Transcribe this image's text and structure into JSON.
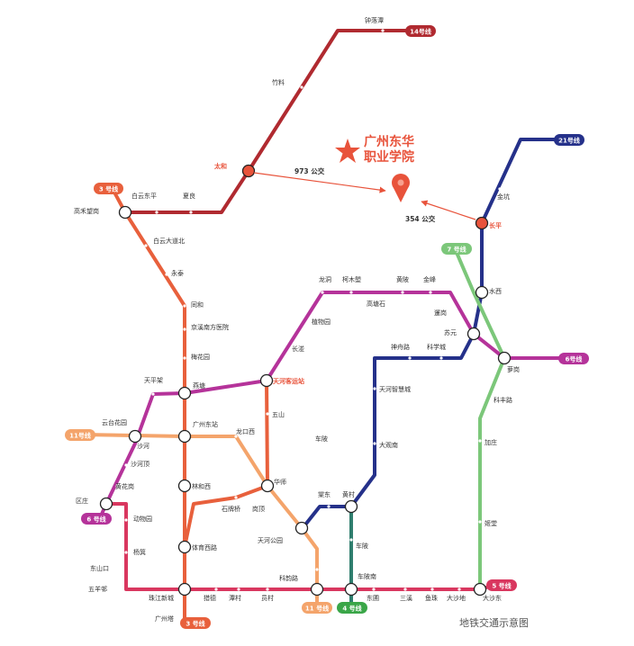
{
  "colors": {
    "line14": "#b02a30",
    "line3": "#e8603c",
    "line6": "#b5339a",
    "line21": "#25318a",
    "line7": "#7cc77a",
    "line11": "#f4a46b",
    "line5": "#d9375f",
    "line4": "#2f7e6e",
    "line4badge": "#3aa648",
    "accent": "#e8533b"
  },
  "badges": {
    "line14": "14号线",
    "line3_top": "3 号线",
    "line3_bottom": "3 号线",
    "line21": "21号线",
    "line7": "7 号线",
    "line6_right": "6号线",
    "line6_left": "6 号线",
    "line11_left": "11号线",
    "line11_bottom": "11 号线",
    "line4": "4 号线",
    "line5": "5 号线"
  },
  "stations": {
    "zhonglotan": "钟落潭",
    "zhuliao": "竹料",
    "taihe": "太和",
    "baiyundongping": "白云东平",
    "xialiang": "夏良",
    "gaozengwanggang": "高禾望岗",
    "baiyundadaobei": "白云大道北",
    "yongtai": "永泰",
    "tonghe": "同和",
    "jingxinan": "京溪南方医院",
    "meihuayuan": "梅花园",
    "yantang": "燕塘",
    "tianpingjia": "天平架",
    "guangzhoudongzhan": "广州东站",
    "yuntaihuayuan": "云台花园",
    "shahe": "沙河",
    "shaheding": "沙河顶",
    "huanghuagang": "黄花岗",
    "qu_zhuang": "区庄",
    "dongwuyuan": "动物园",
    "yangji": "杨箕",
    "dongshankou": "东山口",
    "wuyangbang": "五羊邨",
    "linhexi": "林和西",
    "tiyuxilu": "体育西路",
    "guangzhouta": "广州塔",
    "zhujiangxincheng": "珠江新城",
    "liede": "猎德",
    "tancun": "潭村",
    "yuancun": "员村",
    "kecunlu": "科韵路",
    "chebei": "车陂",
    "chebeinan": "车陂南",
    "donghuan": "东圃",
    "sanxi": "三溪",
    "yuzhu": "鱼珠",
    "dashadi": "大沙地",
    "dashadong": "大沙东",
    "tianhekeyunzhan": "天河客运站",
    "wushan": "五山",
    "huashi": "华师",
    "gangding": "岗顶",
    "shipaiqiao": "石牌桥",
    "tianhegongyuan": "天河公园",
    "longkouxi": "龙口西",
    "changban": "长湴",
    "zhiwuyuan": "植物园",
    "longdong": "龙洞",
    "kemulang": "柯木塱",
    "gaotangshi": "高塘石",
    "huangbei": "黄陂",
    "jinfeng": "金峰",
    "xiagang": "暹岗",
    "suyuan": "苏元",
    "luogang": "萝岗",
    "shenzhoulu": "神舟路",
    "kexuecheng": "科学城",
    "tianhezhihuicheng": "天河智慧城",
    "daguannan": "大观南",
    "chepi_mid": "车陂",
    "jidong": "棠东",
    "huangcun": "黄村",
    "jinkeng": "金坑",
    "zhenglong": "长平",
    "shuixi": "水西",
    "kefenglu": "科丰路",
    "jiazhuang": "加庄",
    "shantang": "姬堂"
  },
  "school": {
    "name_line1": "广州东华",
    "name_line2": "职业学院"
  },
  "bus": {
    "route_973": "973 公交",
    "route_354": "354 公交"
  },
  "caption": "地铁交通示意图"
}
